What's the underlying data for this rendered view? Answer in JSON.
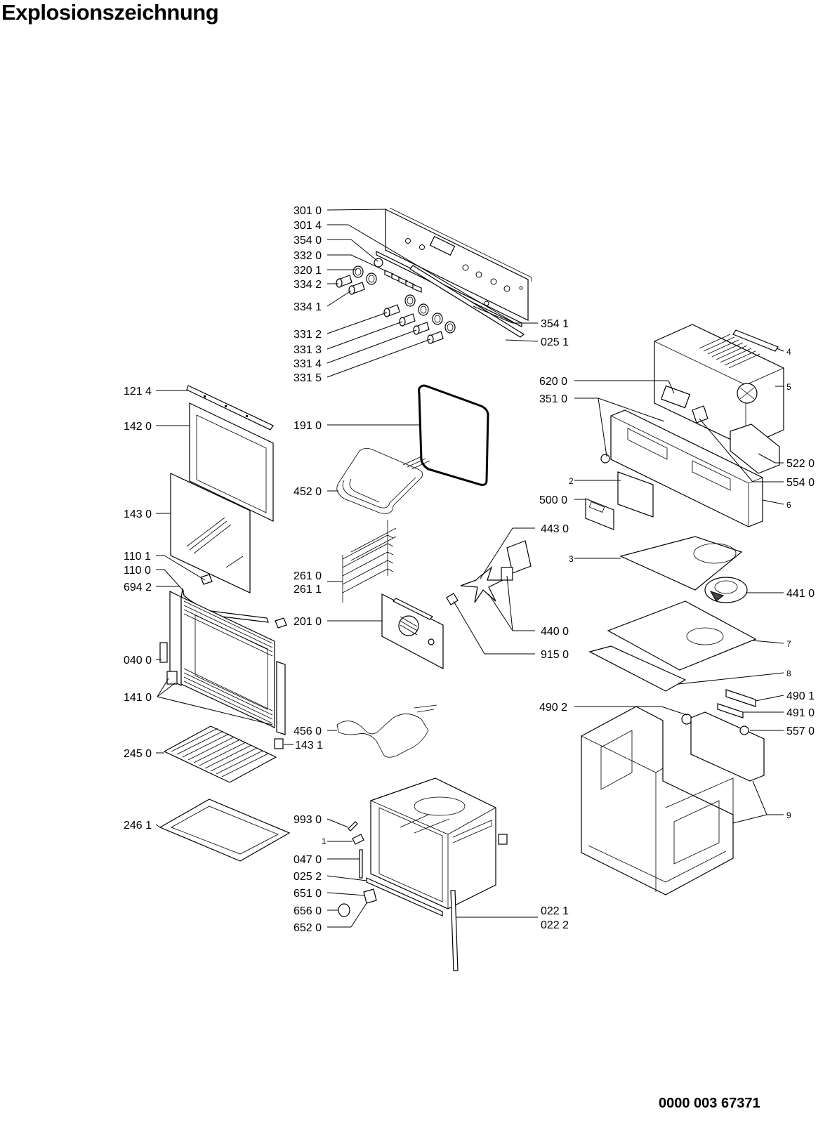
{
  "title": "Explosionszeichnung",
  "document_number": "0000 003 67371",
  "labels": {
    "l3010": "301 0",
    "l3014": "301 4",
    "l3540": "354 0",
    "l3320": "332 0",
    "l3201": "320 1",
    "l3342": "334 2",
    "l3341": "334 1",
    "l3312": "331 2",
    "l3313": "331 3",
    "l3314": "331 4",
    "l3315": "331 5",
    "l3541": "354 1",
    "l0251": "025 1",
    "l1214": "121 4",
    "l1420": "142 0",
    "l1430": "143 0",
    "l1101": "110 1",
    "l1100": "110 0",
    "l6942": "694 2",
    "l0400": "040 0",
    "l1410": "141 0",
    "l1431": "143 1",
    "l2450": "245 0",
    "l2461": "246 1",
    "l1910": "191 0",
    "l4520": "452 0",
    "l2610": "261 0",
    "l2611": "261 1",
    "l2010": "201 0",
    "l4560": "456 0",
    "l9930": "993 0",
    "l1": "1",
    "l0470": "047 0",
    "l0252": "025 2",
    "l6510": "651 0",
    "l6560": "656 0",
    "l6520": "652 0",
    "l0221": "022 1",
    "l0222": "022 2",
    "l4430": "443 0",
    "l4400": "440 0",
    "l9150": "915 0",
    "l4": "4",
    "l5": "5",
    "l6200": "620 0",
    "l3510": "351 0",
    "l5220": "522 0",
    "l5540": "554 0",
    "l2": "2",
    "l5000": "500 0",
    "l6": "6",
    "l3": "3",
    "l4410": "441 0",
    "l7": "7",
    "l8": "8",
    "l4902": "490 2",
    "l4901": "490 1",
    "l4910": "491 0",
    "l5570": "557 0",
    "l9": "9"
  }
}
